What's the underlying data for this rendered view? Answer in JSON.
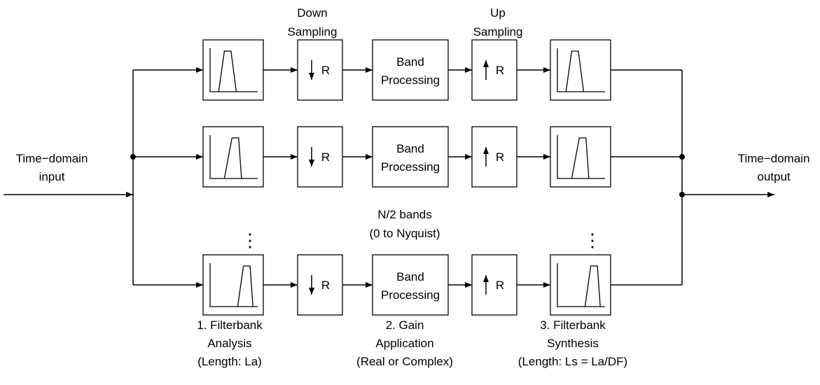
{
  "input_label": [
    "Time−domain",
    "input"
  ],
  "output_label": [
    "Time−domain",
    "output"
  ],
  "downsampling_label": [
    "Down",
    "Sampling"
  ],
  "upsampling_label": [
    "Up",
    "Sampling"
  ],
  "band_processing_label": [
    "Band",
    "Processing"
  ],
  "decimation_symbol": "R",
  "bands_note": [
    "N/2 bands",
    "(0 to Nyquist)"
  ],
  "ellipsis": "⋮",
  "stages": [
    {
      "lines": [
        "1. Filterbank",
        "Analysis",
        "(Length: La)"
      ]
    },
    {
      "lines": [
        "2. Gain",
        "Application",
        "(Real or Complex)"
      ]
    },
    {
      "lines": [
        "3. Filterbank",
        "Synthesis",
        "(Length: Ls = La/DF)"
      ]
    }
  ],
  "rows": [
    {
      "band": "low"
    },
    {
      "band": "mid"
    },
    {
      "band": "high"
    }
  ]
}
